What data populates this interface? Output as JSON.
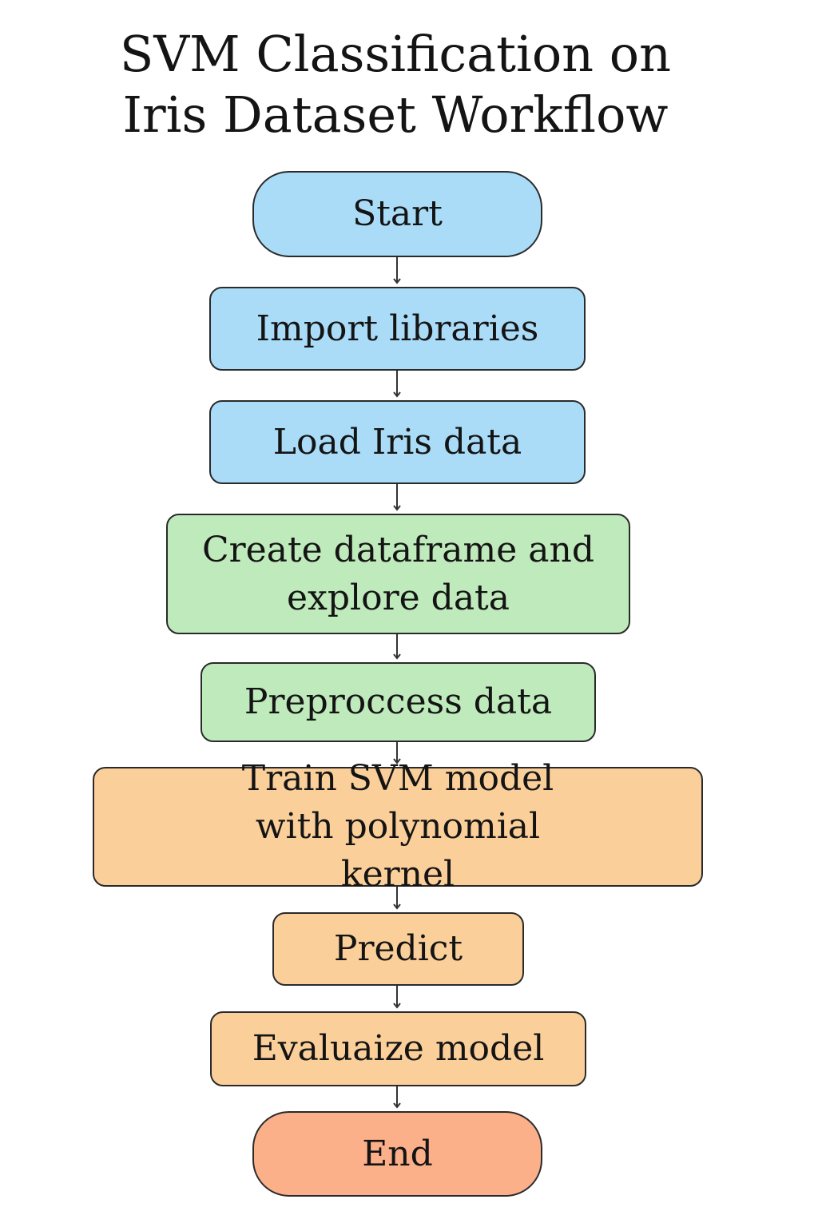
{
  "diagram": {
    "title_lines": [
      "SVM Classification on",
      "Iris Dataset Workflow"
    ],
    "colors": {
      "blue": "#aadcf8",
      "green": "#bfeabb",
      "orange": "#fbcf9a",
      "end": "#fbb08a",
      "border": "#2a2a2a",
      "arrow": "#333333"
    },
    "nodes": [
      {
        "id": "start",
        "label": "Start",
        "color": "blue"
      },
      {
        "id": "import",
        "label": "Import libraries",
        "color": "blue"
      },
      {
        "id": "load",
        "label": "Load Iris data",
        "color": "blue"
      },
      {
        "id": "create",
        "label": "Create dataframe and explore data",
        "color": "green"
      },
      {
        "id": "preprocess",
        "label": "Preproccess data",
        "color": "green"
      },
      {
        "id": "train",
        "label": "Train SVM model with polynomial kernel",
        "color": "orange"
      },
      {
        "id": "predict",
        "label": "Predict",
        "color": "orange"
      },
      {
        "id": "evaluate",
        "label": "Evaluaize model",
        "color": "orange"
      },
      {
        "id": "end",
        "label": "End",
        "color": "end"
      }
    ],
    "edges": [
      [
        "start",
        "import"
      ],
      [
        "import",
        "load"
      ],
      [
        "load",
        "create"
      ],
      [
        "create",
        "preprocess"
      ],
      [
        "preprocess",
        "train"
      ],
      [
        "train",
        "predict"
      ],
      [
        "predict",
        "evaluate"
      ],
      [
        "evaluate",
        "end"
      ]
    ]
  }
}
